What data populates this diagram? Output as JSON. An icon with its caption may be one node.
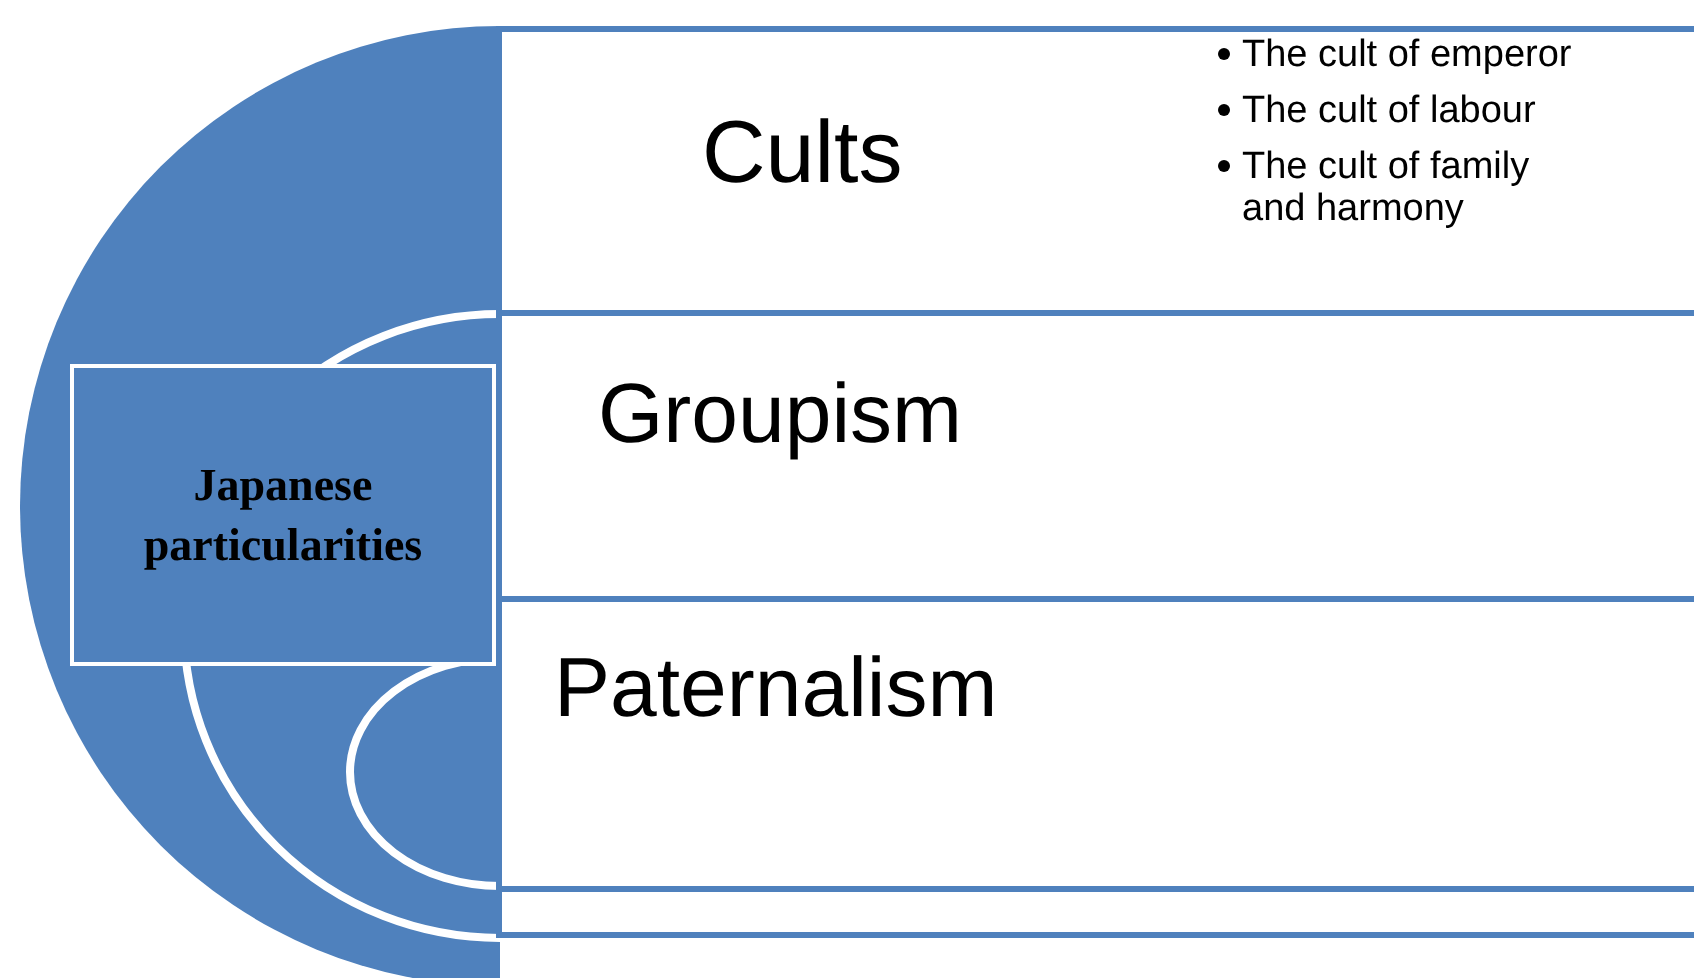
{
  "diagram": {
    "nodes": [
      {
        "text": [
          "Japanese particularities"
        ]
      },
      {
        "text": [
          "Cults",
          "The cult of emperor",
          "The cult of labour",
          "The cult of family and harmony"
        ]
      },
      {
        "text": [
          "Groupism"
        ]
      },
      {
        "text": [
          "Paternalism"
        ]
      },
      {
        "text": [],
        "shape": "bar"
      }
    ]
  }
}
